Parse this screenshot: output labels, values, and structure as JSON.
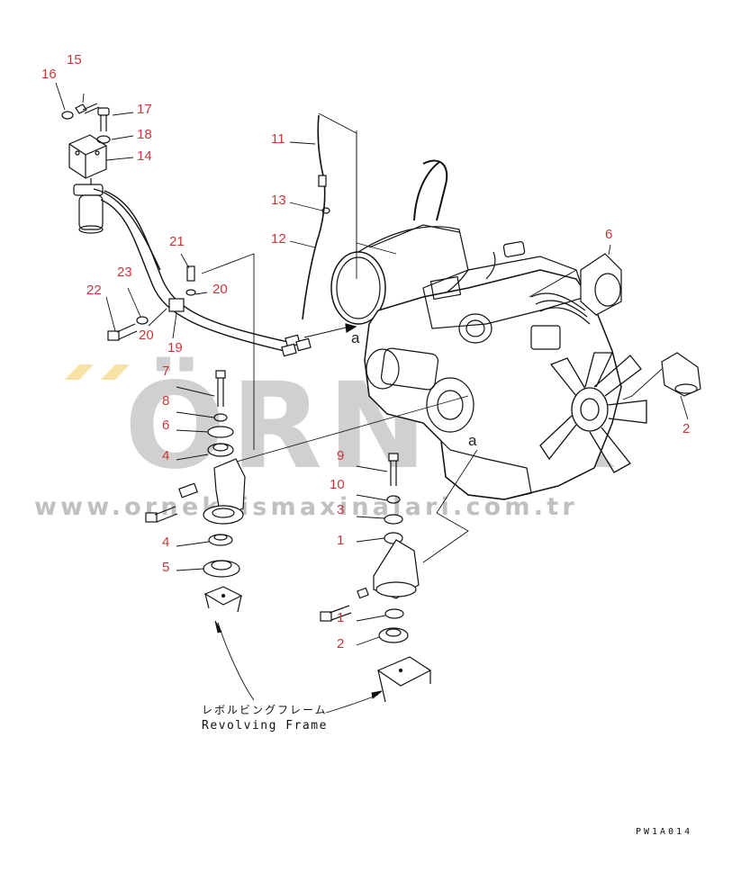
{
  "watermark": {
    "brand": "ÖRNEK",
    "url": "www.orneksismaxinalari.com.tr"
  },
  "callouts": [
    {
      "id": "c15",
      "text": "15"
    },
    {
      "id": "c16",
      "text": "16"
    },
    {
      "id": "c17",
      "text": "17"
    },
    {
      "id": "c18",
      "text": "18"
    },
    {
      "id": "c14",
      "text": "14"
    },
    {
      "id": "c11",
      "text": "11"
    },
    {
      "id": "c13",
      "text": "13"
    },
    {
      "id": "c12",
      "text": "12"
    },
    {
      "id": "c21",
      "text": "21"
    },
    {
      "id": "c23",
      "text": "23"
    },
    {
      "id": "c22",
      "text": "22"
    },
    {
      "id": "c20a",
      "text": "20"
    },
    {
      "id": "c20b",
      "text": "20"
    },
    {
      "id": "c19",
      "text": "19"
    },
    {
      "id": "c6top",
      "text": "6"
    },
    {
      "id": "c2right",
      "text": "2"
    },
    {
      "id": "c7",
      "text": "7"
    },
    {
      "id": "c8",
      "text": "8"
    },
    {
      "id": "c6",
      "text": "6"
    },
    {
      "id": "c4a",
      "text": "4"
    },
    {
      "id": "c4b",
      "text": "4"
    },
    {
      "id": "c5",
      "text": "5"
    },
    {
      "id": "c9",
      "text": "9"
    },
    {
      "id": "c10",
      "text": "10"
    },
    {
      "id": "c3",
      "text": "3"
    },
    {
      "id": "c1a",
      "text": "1"
    },
    {
      "id": "c1b",
      "text": "1"
    },
    {
      "id": "c2b",
      "text": "2"
    }
  ],
  "refs": {
    "a1": "a",
    "a2": "a"
  },
  "frame_label": {
    "japanese": "レボルビングフレーム",
    "english": "Revolving Frame"
  },
  "drawing_code": "PW1A014",
  "colors": {
    "callout": "#c8373a",
    "line": "#111111",
    "watermark": "#9a9a9a"
  }
}
